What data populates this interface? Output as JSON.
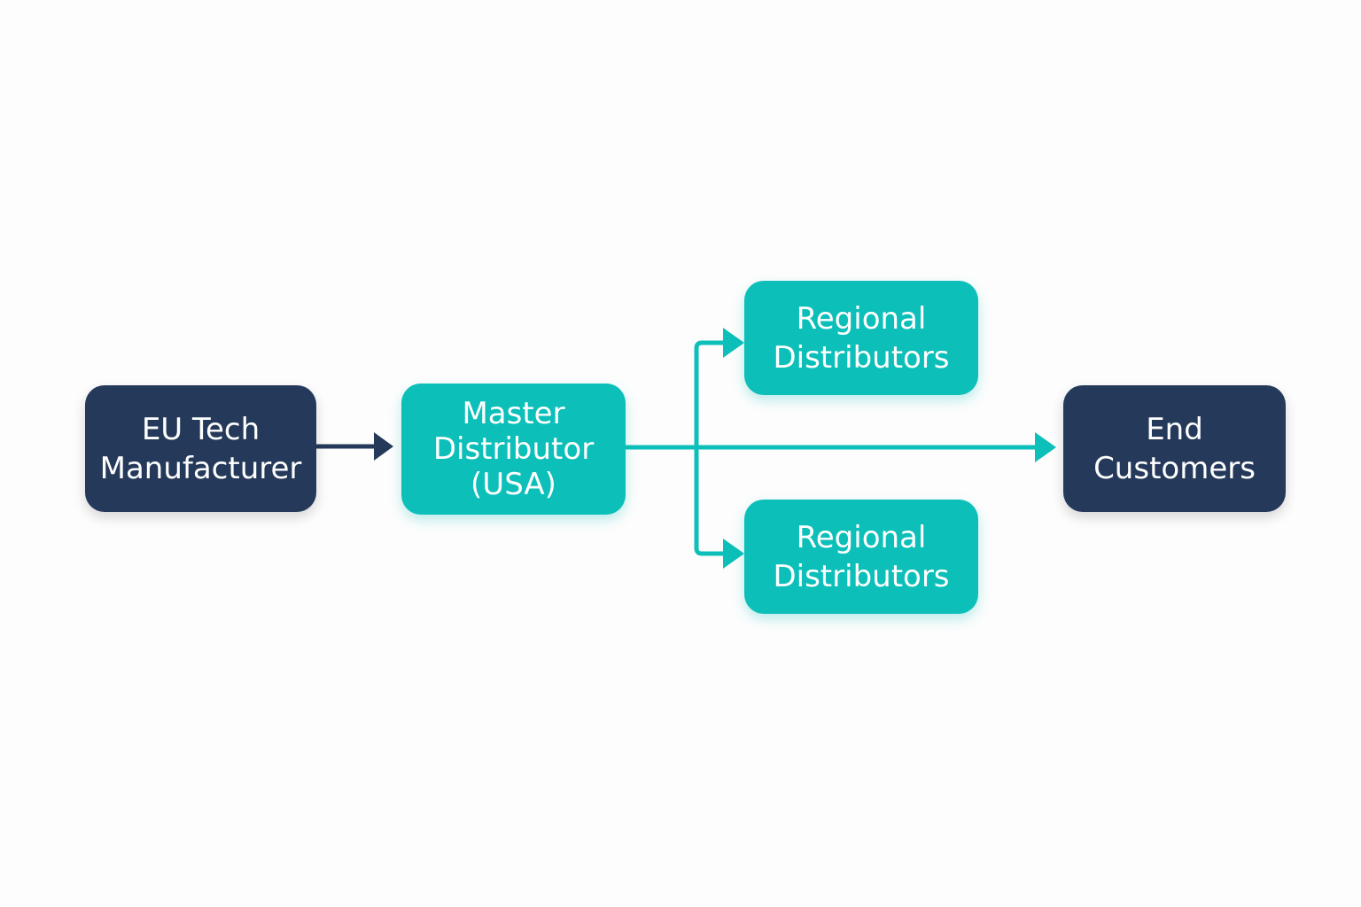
{
  "colors": {
    "background": "#fdfdfd",
    "dark_node": "#253a5a",
    "teal_node": "#0cbfb9",
    "dark_arrow": "#253a5a",
    "teal_arrow": "#0cbfb9",
    "node_text": "#ffffff"
  },
  "nodes": {
    "manufacturer": {
      "lines": [
        "EU Tech",
        "Manufacturer"
      ]
    },
    "master_distributor": {
      "lines": [
        "Master",
        "Distributor",
        "(USA)"
      ]
    },
    "regional_top": {
      "lines": [
        "Regional",
        "Distributors"
      ]
    },
    "regional_bottom": {
      "lines": [
        "Regional",
        "Distributors"
      ]
    },
    "end_customers": {
      "lines": [
        "End",
        "Customers"
      ]
    }
  }
}
